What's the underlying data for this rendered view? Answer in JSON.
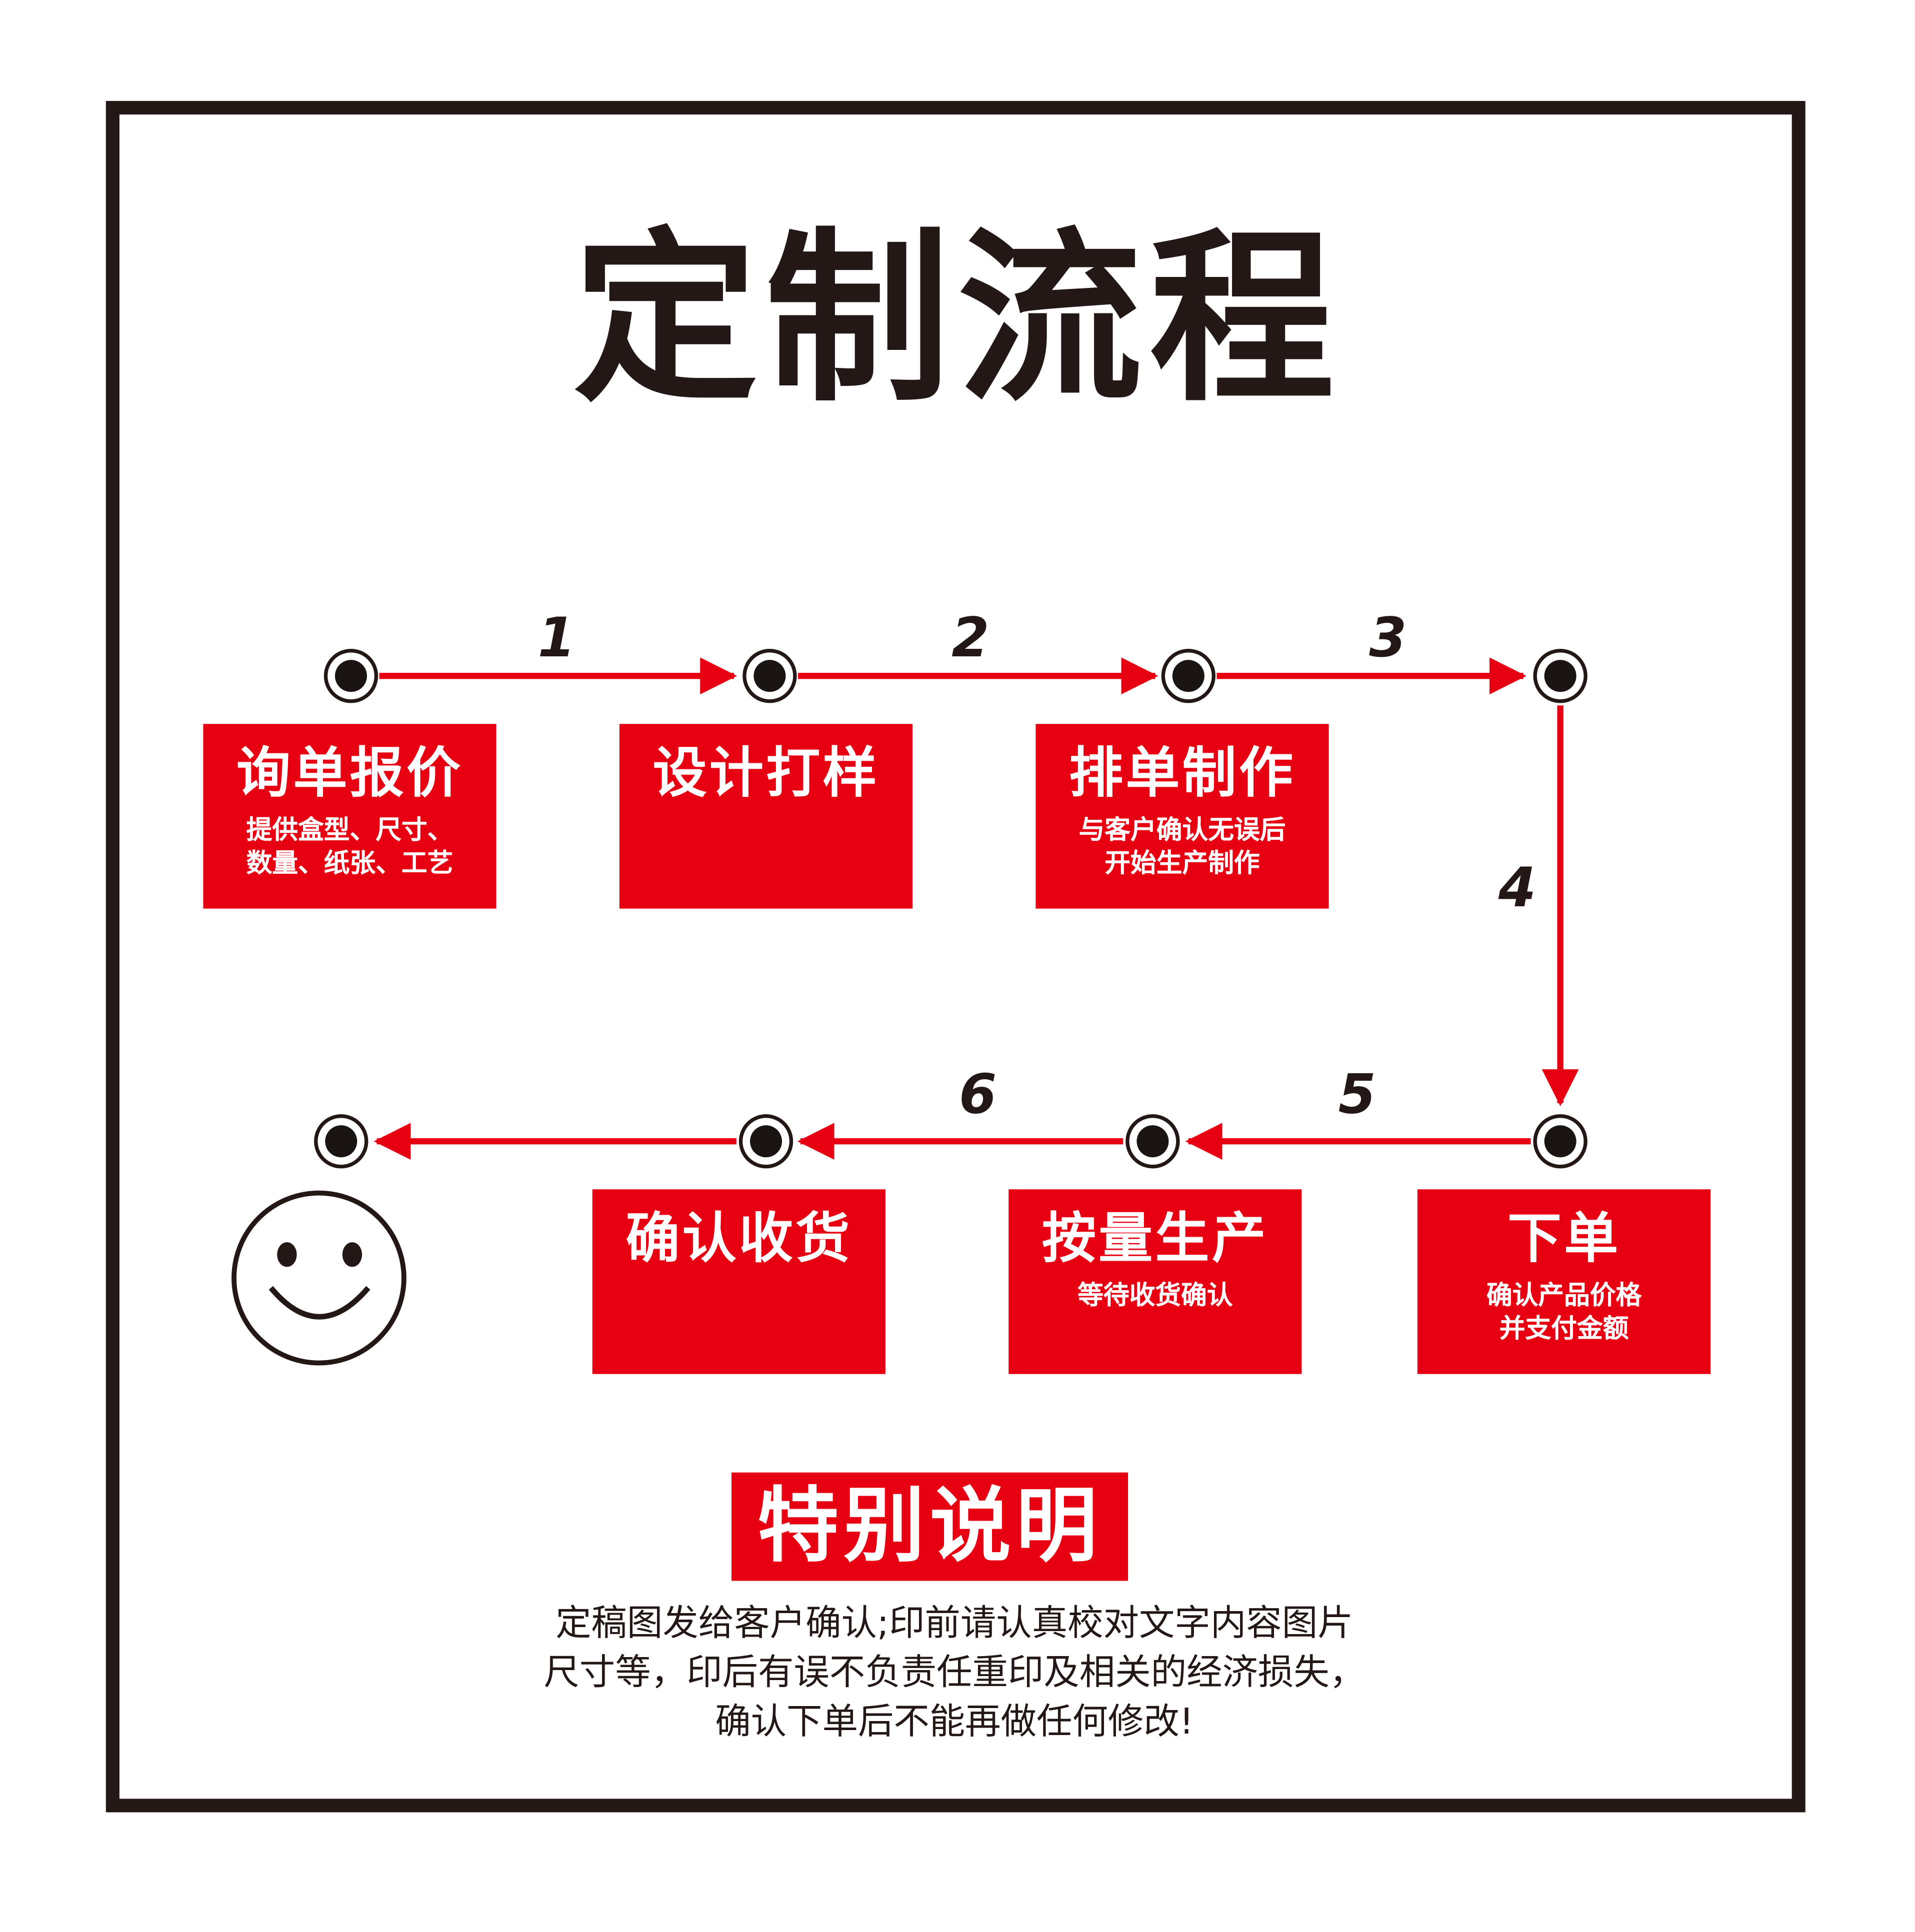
{
  "title": "定制流程",
  "step_numbers": [
    "1",
    "2",
    "3",
    "4",
    "5",
    "6"
  ],
  "steps": [
    {
      "label": "询单报价",
      "detail": "提供盒型、尺寸、\n数量、纸张、工艺"
    },
    {
      "label": "设计打样",
      "detail": ""
    },
    {
      "label": "排单制作",
      "detail": "与客户确认无误后\n  开始生产制作"
    },
    {
      "label": "下单",
      "detail": "确认产品价格\n并支付金额"
    },
    {
      "label": "按量生产",
      "detail": "等待收货确认"
    },
    {
      "label": "确认收货",
      "detail": ""
    }
  ],
  "end_icon": "smiley-face-icon",
  "note": {
    "heading": "特别说明",
    "lines": [
      "定稿图发给客户确认;印前请认真校对文字内容图片",
      "尺寸等，印后有误不负责任重印及相关的经济损失，",
      "确认下单后不能再做任何修改!"
    ]
  },
  "colors": {
    "accent": "#e60012",
    "text": "#231815",
    "background": "#ffffff"
  }
}
